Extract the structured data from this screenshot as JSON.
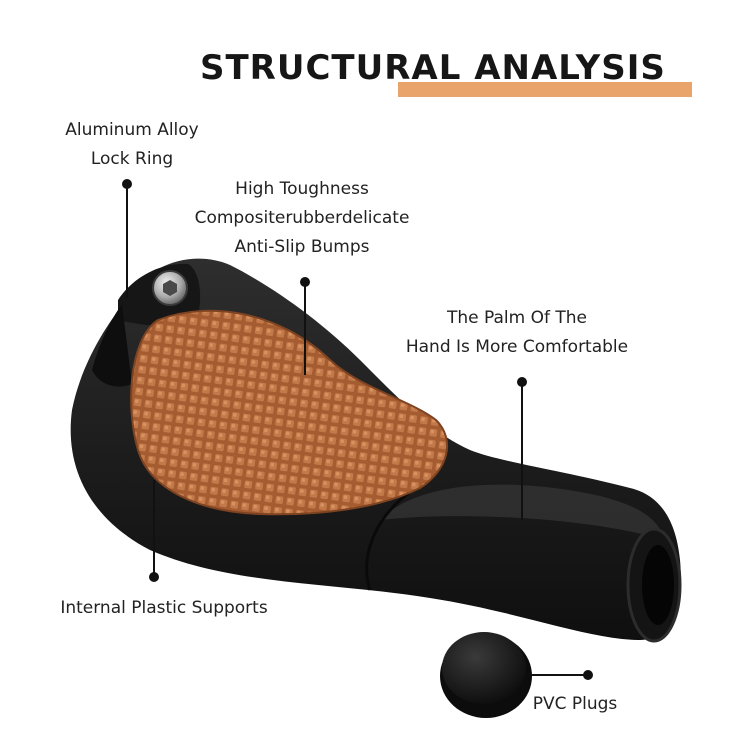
{
  "title": "STRUCTURAL ANALYSIS",
  "colors": {
    "accent": "#e8a46a",
    "rubber_pad": "#b56a3d",
    "grip_body": "#1e1e1e"
  },
  "callouts": {
    "lock_ring": {
      "line1": "Aluminum Alloy",
      "line2": "Lock Ring"
    },
    "rubber": {
      "line1": "High Toughness",
      "line2": "Compositerubberdelicate",
      "line3": "Anti-Slip Bumps"
    },
    "palm": {
      "line1": "The Palm Of The",
      "line2": "Hand Is More Comfortable"
    },
    "supports": {
      "line1": "Internal Plastic Supports"
    },
    "plugs": {
      "line1": "PVC Plugs"
    }
  }
}
